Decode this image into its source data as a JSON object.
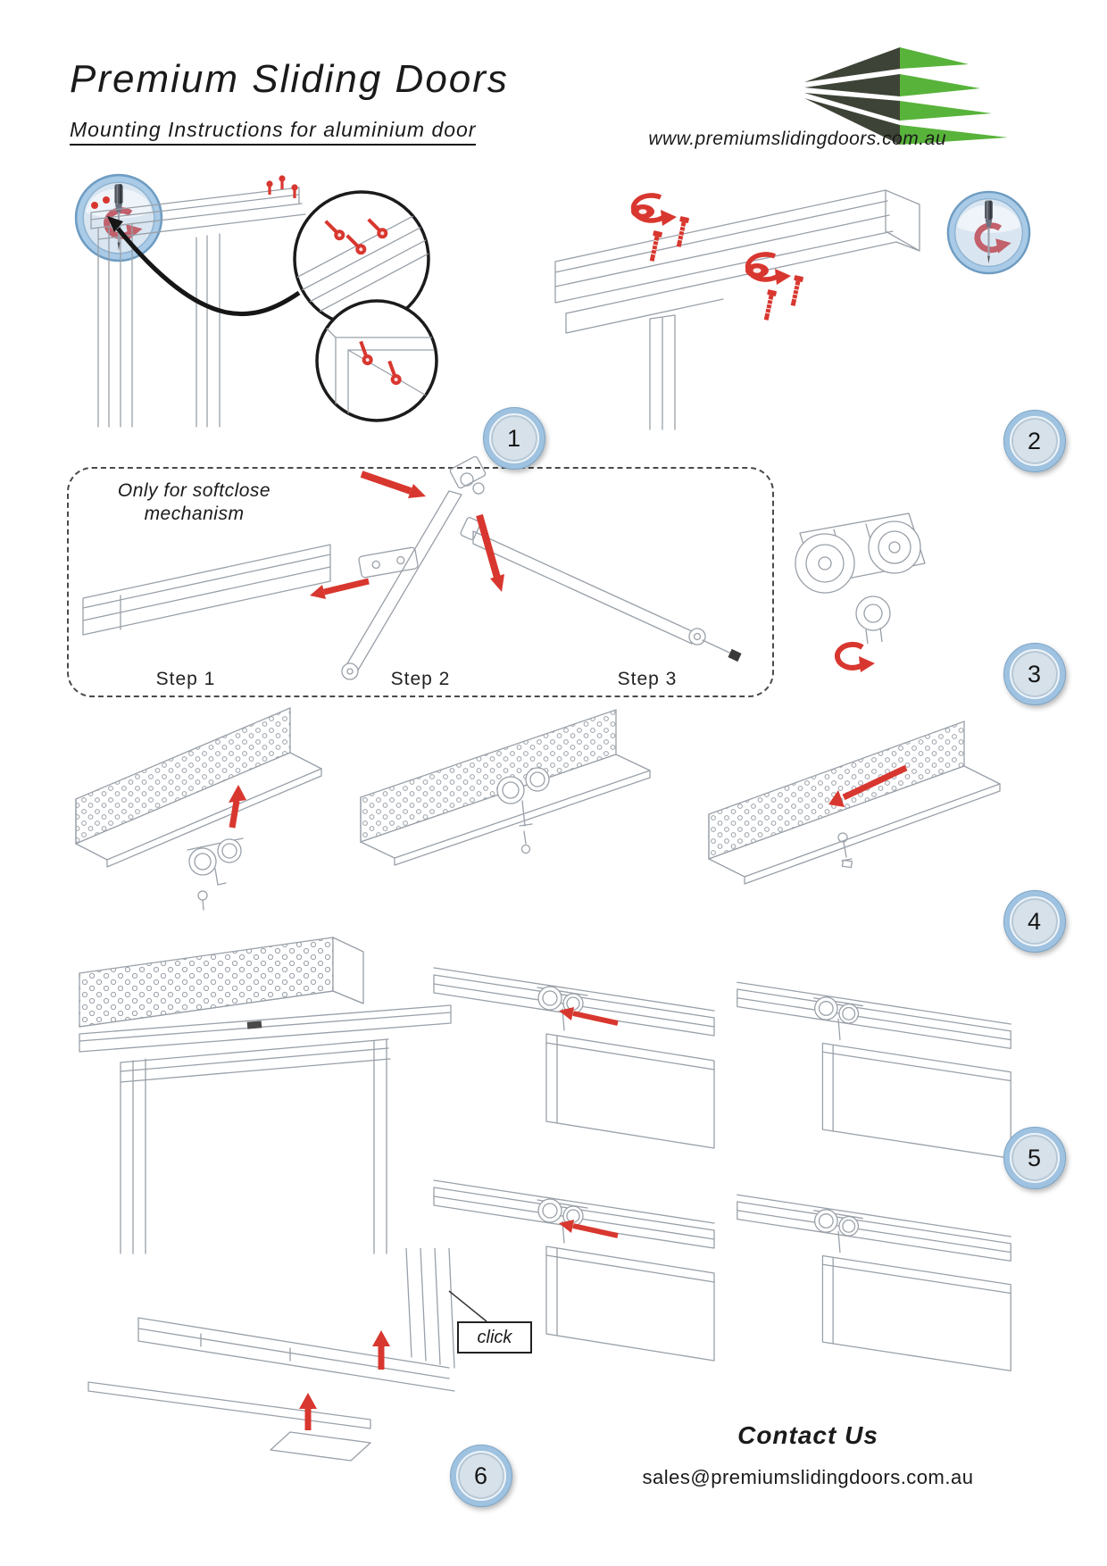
{
  "header": {
    "title": "Premium Sliding Doors",
    "subtitle": "Mounting Instructions for aluminium door",
    "website": "www.premiumslidingdoors.com.au"
  },
  "steps": {
    "badges": [
      "1",
      "2",
      "3",
      "4",
      "5",
      "6"
    ]
  },
  "softclose": {
    "note": "Only for softclose mechanism",
    "step_labels": [
      "Step 1",
      "Step 2",
      "Step 3"
    ]
  },
  "annotations": {
    "click_label": "click"
  },
  "contact": {
    "heading": "Contact Us",
    "email": "sales@premiumslidingdoors.com.au"
  },
  "icons": {
    "top_left": "screwdriver-rotation-icon",
    "top_right": "screwdriver-rotation-icon",
    "logo": "premium-sliding-doors-logo"
  },
  "colors": {
    "accent_red": "#d8372f",
    "badge_ring": "#9ec2e0",
    "badge_face": "#d7e1ea",
    "logo_dark": "#3d4336",
    "logo_green": "#58b33a",
    "line_art": "#99a0a8"
  }
}
